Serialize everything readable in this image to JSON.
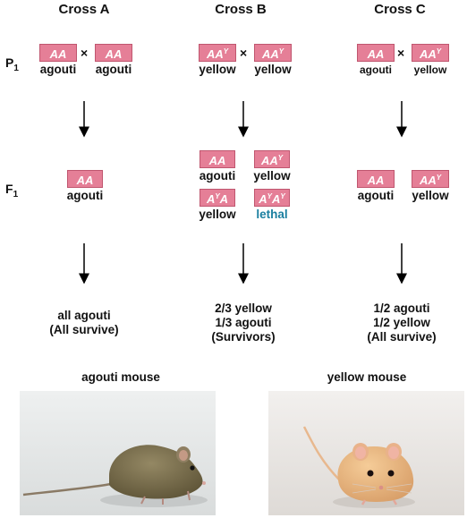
{
  "crosses": {
    "a": {
      "title": "Cross A",
      "p1": {
        "left": {
          "base": "AA",
          "sup": "",
          "label": "agouti"
        },
        "right": {
          "base": "AA",
          "sup": "",
          "label": "agouti"
        }
      },
      "f1": [
        {
          "base": "AA",
          "sup": "",
          "label": "agouti"
        }
      ],
      "result": [
        "all agouti",
        "(All survive)"
      ]
    },
    "b": {
      "title": "Cross B",
      "p1": {
        "left": {
          "base": "AA",
          "sup": "Y",
          "label": "yellow"
        },
        "right": {
          "base": "AA",
          "sup": "Y",
          "label": "yellow"
        }
      },
      "f1": [
        {
          "base": "AA",
          "sup": "",
          "label": "agouti"
        },
        {
          "base": "AA",
          "sup": "Y",
          "label": "yellow"
        },
        {
          "label": "yellow"
        },
        {
          "label": "lethal"
        }
      ],
      "result": [
        "2/3 yellow",
        "1/3 agouti",
        "(Survivors)"
      ]
    },
    "c": {
      "title": "Cross C",
      "p1": {
        "left": {
          "base": "AA",
          "sup": "",
          "label": "agouti"
        },
        "right": {
          "base": "AA",
          "sup": "Y",
          "label": "yellow"
        }
      },
      "f1": [
        {
          "base": "AA",
          "sup": "",
          "label": "agouti"
        },
        {
          "base": "AA",
          "sup": "Y",
          "label": "yellow"
        }
      ],
      "result": [
        "1/2 agouti",
        "1/2 yellow",
        "(All survive)"
      ]
    }
  },
  "generations": {
    "p1": "P",
    "p1_sub": "1",
    "f1": "F",
    "f1_sub": "1"
  },
  "cross_symbol": "×",
  "photos": {
    "left_caption": "agouti mouse",
    "right_caption": "yellow mouse"
  },
  "colors": {
    "genotype_box": "#e57f97",
    "lethal_text": "#1a7fa0",
    "agouti_mouse": "#7d7150",
    "yellow_mouse": "#e8b784"
  }
}
